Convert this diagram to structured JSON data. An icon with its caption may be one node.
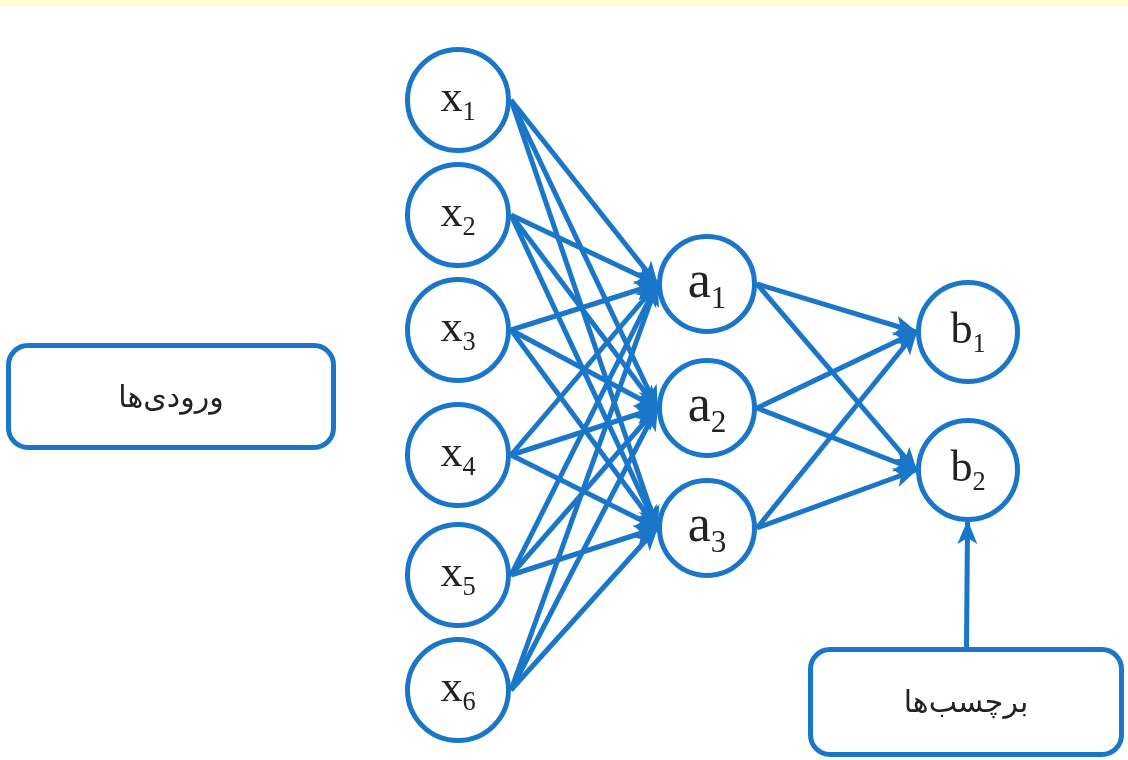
{
  "diagram": {
    "nodes": [
      {
        "text": [
          "ورودی‌ها"
        ]
      },
      {
        "text": [
          "x$_{1}$"
        ]
      },
      {
        "text": [
          "x$_{2}$"
        ]
      },
      {
        "text": [
          "x$_{3}$"
        ]
      },
      {
        "text": [
          "x$_{4}$"
        ]
      },
      {
        "text": [
          "x$_{5}$"
        ]
      },
      {
        "text": [
          "x$_{6}$"
        ]
      },
      {
        "text": [
          "a$_{1}$"
        ]
      },
      {
        "text": [
          "a$_{2}$"
        ]
      },
      {
        "text": [
          "a$_{3}$"
        ]
      },
      {
        "text": [
          "b$_{1}$"
        ]
      },
      {
        "text": [
          "b$_{2}$"
        ]
      },
      {
        "text": [
          "برچسب‌ها"
        ]
      }
    ],
    "edges": [
      {
        "from": 1,
        "to": 7,
        "arrow": "to"
      },
      {
        "from": 1,
        "to": 8,
        "arrow": "to"
      },
      {
        "from": 1,
        "to": 9,
        "arrow": "to"
      },
      {
        "from": 2,
        "to": 7,
        "arrow": "to"
      },
      {
        "from": 2,
        "to": 8,
        "arrow": "to"
      },
      {
        "from": 2,
        "to": 9,
        "arrow": "to"
      },
      {
        "from": 3,
        "to": 7,
        "arrow": "to"
      },
      {
        "from": 3,
        "to": 8,
        "arrow": "to"
      },
      {
        "from": 3,
        "to": 9,
        "arrow": "to"
      },
      {
        "from": 4,
        "to": 7,
        "arrow": "to"
      },
      {
        "from": 4,
        "to": 8,
        "arrow": "to"
      },
      {
        "from": 4,
        "to": 9,
        "arrow": "to"
      },
      {
        "from": 5,
        "to": 7,
        "arrow": "to"
      },
      {
        "from": 5,
        "to": 8,
        "arrow": "to"
      },
      {
        "from": 5,
        "to": 9,
        "arrow": "to"
      },
      {
        "from": 6,
        "to": 7,
        "arrow": "to"
      },
      {
        "from": 6,
        "to": 8,
        "arrow": "to"
      },
      {
        "from": 6,
        "to": 9,
        "arrow": "to"
      },
      {
        "from": 7,
        "to": 10,
        "arrow": "to"
      },
      {
        "from": 7,
        "to": 11,
        "arrow": "to"
      },
      {
        "from": 8,
        "to": 10,
        "arrow": "to"
      },
      {
        "from": 8,
        "to": 11,
        "arrow": "to"
      },
      {
        "from": 9,
        "to": 10,
        "arrow": "to"
      },
      {
        "from": 9,
        "to": 11,
        "arrow": "to"
      },
      {
        "from": 12,
        "to": 11,
        "arrow": "to"
      }
    ]
  }
}
